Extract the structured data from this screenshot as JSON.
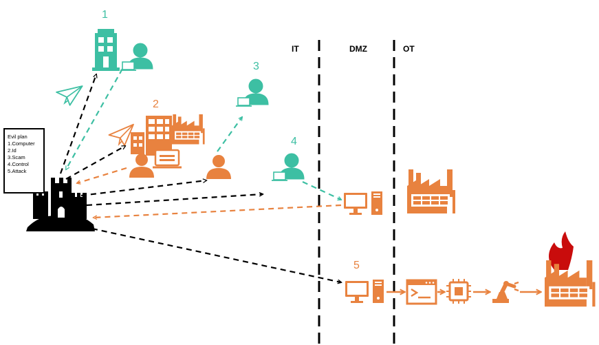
{
  "colors": {
    "teal": "#3dbfa3",
    "orange": "#e8823f",
    "black": "#000000",
    "fire_red": "#c90c0c"
  },
  "zones": {
    "it": "IT",
    "dmz": "DMZ",
    "ot": "OT"
  },
  "plan": {
    "title": "Evil plan",
    "steps": [
      "1.Computer",
      "2.Id",
      "3.Scam",
      "4.Control",
      "5.Attack"
    ]
  },
  "steps": {
    "one": "1",
    "two": "2",
    "three": "3",
    "four": "4",
    "five": "5"
  },
  "icons": [
    "castle-icon",
    "office-building-icon",
    "factory-icon",
    "user-laptop-icon",
    "paper-plane-icon",
    "computer-icon",
    "terminal-window-icon",
    "chip-icon",
    "robot-arm-icon",
    "burning-factory-icon"
  ]
}
